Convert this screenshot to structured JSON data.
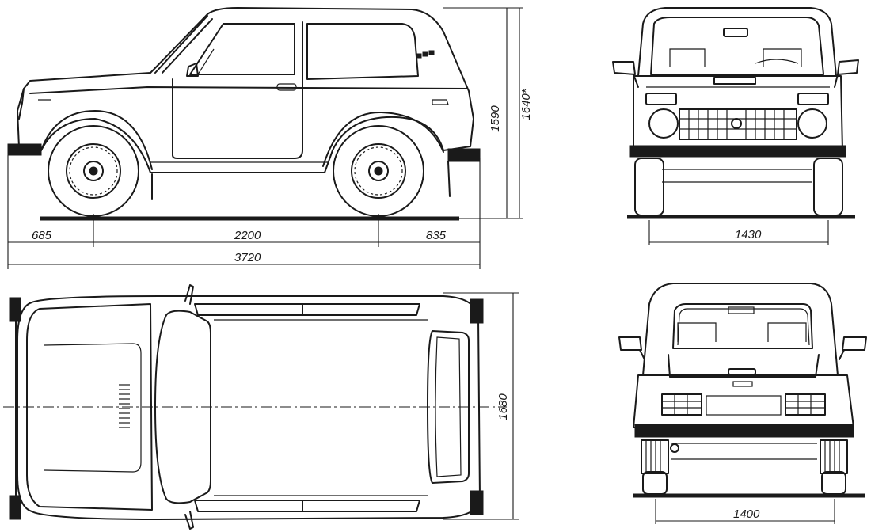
{
  "drawing": {
    "subject": "vehicle orthographic dimension drawing",
    "views": [
      "side",
      "front",
      "top",
      "rear"
    ],
    "ink_color": "#1a1a1a",
    "paper_color": "#ffffff"
  },
  "dimensions": {
    "front_overhang": "685",
    "wheelbase": "2200",
    "rear_overhang": "835",
    "overall_length": "3720",
    "height": "1590",
    "height_alt": "1640*",
    "front_track": "1430",
    "width": "1680",
    "rear_track": "1400"
  }
}
